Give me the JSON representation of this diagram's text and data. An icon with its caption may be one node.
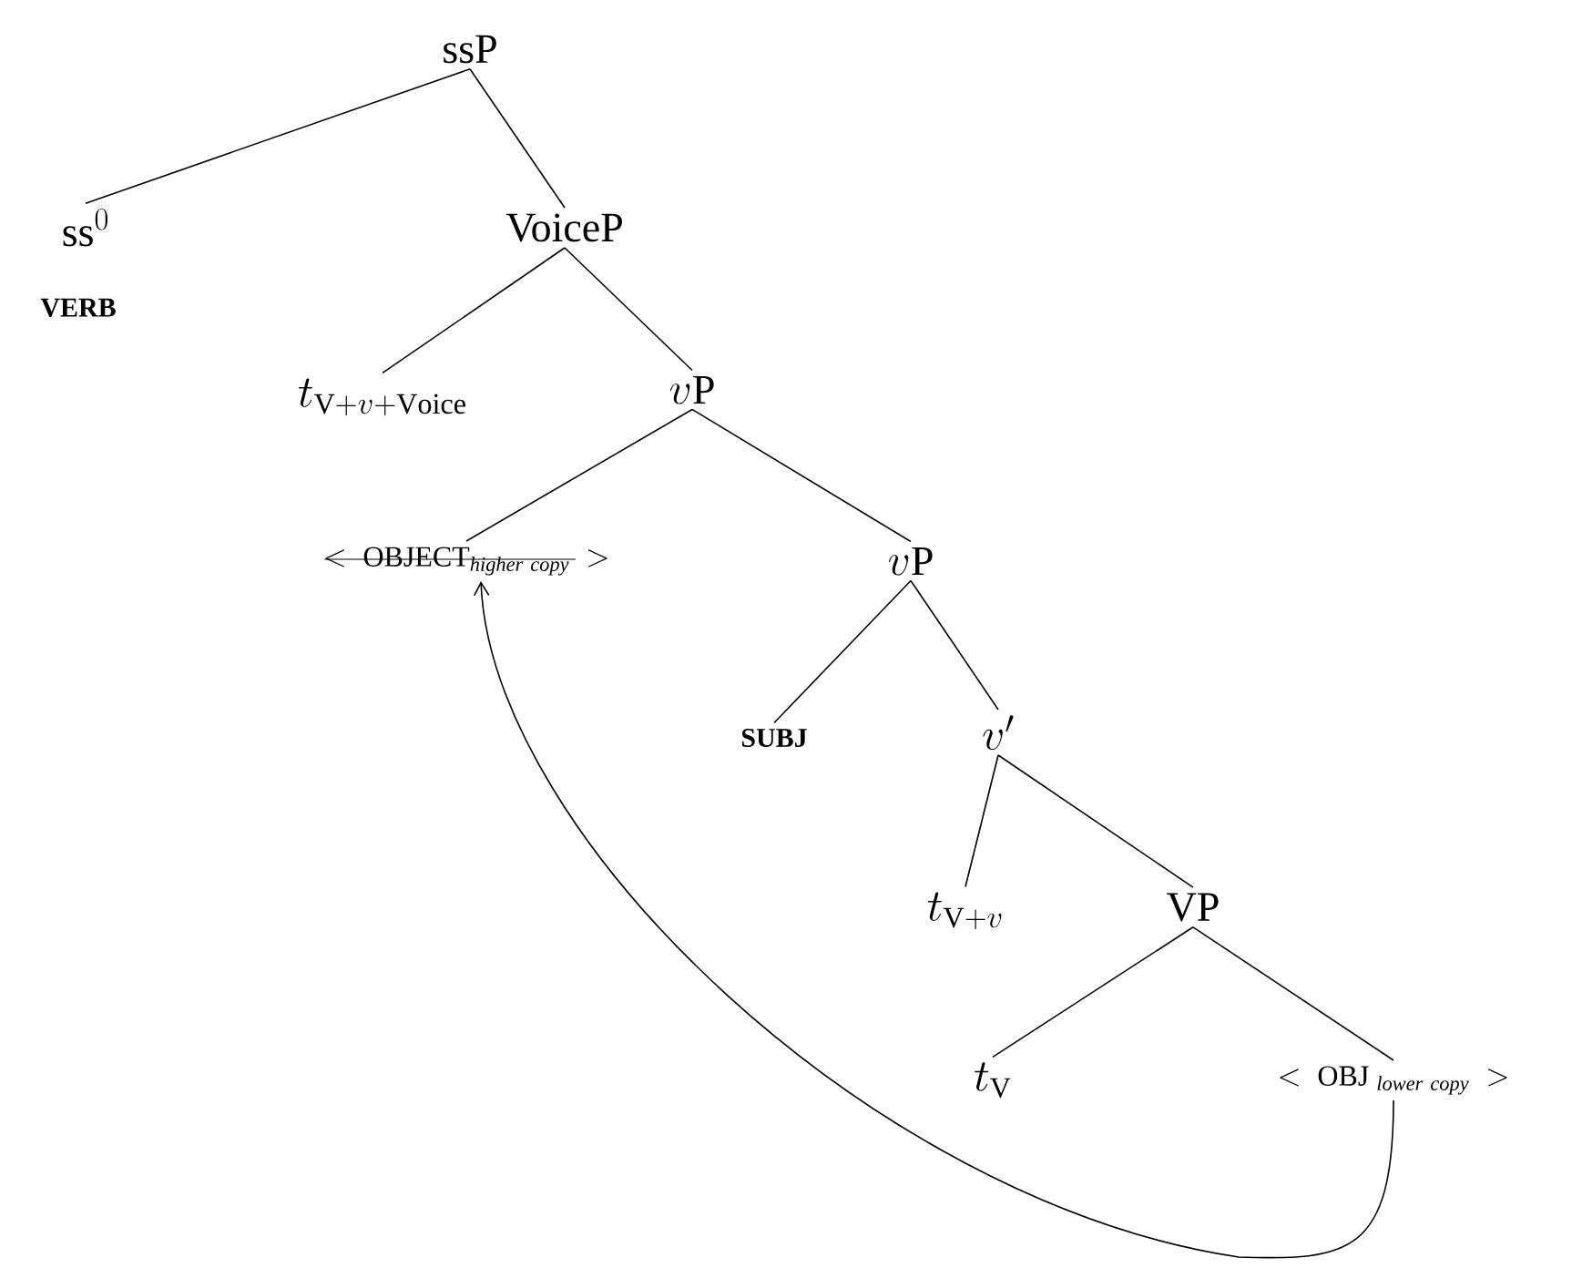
{
  "diagram": {
    "nodes": [
      {
        "text": [
          "ssP"
        ]
      },
      {
        "text": [
          "\\mathrm{ss}^{0}"
        ],
        "beside": [
          "VERB"
        ]
      },
      {
        "text": [
          "VoiceP"
        ]
      },
      {
        "text": [
          "t_{\\mathrm{V}+v+\\mathrm{Voice}}"
        ]
      },
      {
        "text": [
          "v\\mathrm{P}"
        ]
      },
      {
        "text": [
          "<\\ \\mathrm{OBJECT}_{\\mathit{higher\\ copy}}\\ >"
        ]
      },
      {
        "text": [
          "v\\mathrm{P}"
        ]
      },
      {
        "text": [
          "SUBJ"
        ]
      },
      {
        "text": [
          "v'"
        ]
      },
      {
        "text": [
          "t_{\\mathrm{V}+v}"
        ]
      },
      {
        "text": [
          "VP"
        ]
      },
      {
        "text": [
          "t_{\\mathrm{V}}"
        ]
      },
      {
        "text": [
          "<\\ \\mathrm{OBJ}\\ _{\\mathit{lower\\ copy}}\\ >"
        ]
      }
    ],
    "edges": [
      {
        "from": 0,
        "to": 1,
        "arrow": "none"
      },
      {
        "from": 0,
        "to": 2,
        "arrow": "none"
      },
      {
        "from": 2,
        "to": 3,
        "arrow": "none"
      },
      {
        "from": 2,
        "to": 4,
        "arrow": "none"
      },
      {
        "from": 4,
        "to": 5,
        "arrow": "none"
      },
      {
        "from": 4,
        "to": 6,
        "arrow": "none"
      },
      {
        "from": 6,
        "to": 7,
        "arrow": "none"
      },
      {
        "from": 6,
        "to": 8,
        "arrow": "none"
      },
      {
        "from": 8,
        "to": 9,
        "arrow": "none"
      },
      {
        "from": 8,
        "to": 10,
        "arrow": "none"
      },
      {
        "from": 10,
        "to": 11,
        "arrow": "none"
      },
      {
        "from": 10,
        "to": 12,
        "arrow": "none"
      },
      {
        "from": 12,
        "to": 5,
        "arrow": "to"
      }
    ]
  }
}
